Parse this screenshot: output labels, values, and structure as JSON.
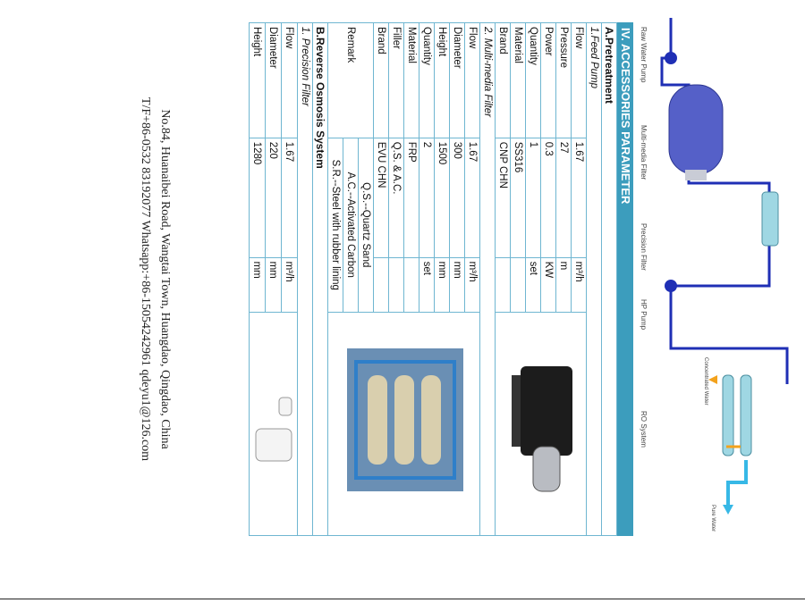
{
  "diagram": {
    "labels": [
      "Raw Water Pump",
      "Multi-media Filter",
      "Precision Filter",
      "HP Pump",
      "RO System"
    ],
    "concentrated_water": "Concentrated Water",
    "pure_water": "Pure Water",
    "colors": {
      "pipe": "#1f2fb5",
      "vessel": "#5560c8",
      "membrane": "#9fd7e3",
      "arrow": "#f3a21c",
      "pure": "#37b8e6"
    }
  },
  "section_title": "IV. ACCESSORIES PARAMETER",
  "pretreatment": {
    "title": "A.Pretreatment",
    "feed_pump": {
      "title": "1.Feed Pump",
      "rows": [
        {
          "label": "Flow",
          "value": "1.67",
          "unit": "m³/h"
        },
        {
          "label": "Pressure",
          "value": "27",
          "unit": "m"
        },
        {
          "label": "Power",
          "value": "0.3",
          "unit": "KW"
        },
        {
          "label": "Quantity",
          "value": "1",
          "unit": "set"
        },
        {
          "label": "Material",
          "value": "SS316",
          "unit": ""
        },
        {
          "label": "Brand",
          "value": "CNP  CHN",
          "unit": ""
        }
      ]
    },
    "media_filter": {
      "title": "2. Multi-media Filter",
      "rows": [
        {
          "label": "Flow",
          "value": "1.67",
          "unit": "m³/h"
        },
        {
          "label": "Diameter",
          "value": "300",
          "unit": "mm"
        },
        {
          "label": "Height",
          "value": "1500",
          "unit": "mm"
        },
        {
          "label": "Quantity",
          "value": "2",
          "unit": "set"
        },
        {
          "label": "Material",
          "value": "FRP",
          "unit": ""
        },
        {
          "label": "Filler",
          "value": "Q.S. & A.C.",
          "unit": ""
        },
        {
          "label": "Brand",
          "value": "EVU  CHN",
          "unit": ""
        }
      ],
      "remark_label": "Remark",
      "remark_lines": [
        "Q.S.--Quartz Sand",
        "A.C.--Activated Carbon",
        "S.R.--Steel with rubber lining"
      ]
    }
  },
  "ro_system": {
    "title": "B.Reverse Osmosis System",
    "precision_filter": {
      "title": "1. Precision Filter",
      "rows": [
        {
          "label": "Flow",
          "value": "1.67",
          "unit": "m³/h"
        },
        {
          "label": "Diameter",
          "value": "220",
          "unit": "mm"
        },
        {
          "label": "Height",
          "value": "1280",
          "unit": "mm"
        }
      ]
    }
  },
  "footer": {
    "address": "No.84, Huanaibei Road, Wangtai Town, Huangdao, Qingdao, China",
    "contacts": "T/F+86-0532 83192077    Whatsapp:+86-15054242961    qdeyu1@126.com"
  }
}
